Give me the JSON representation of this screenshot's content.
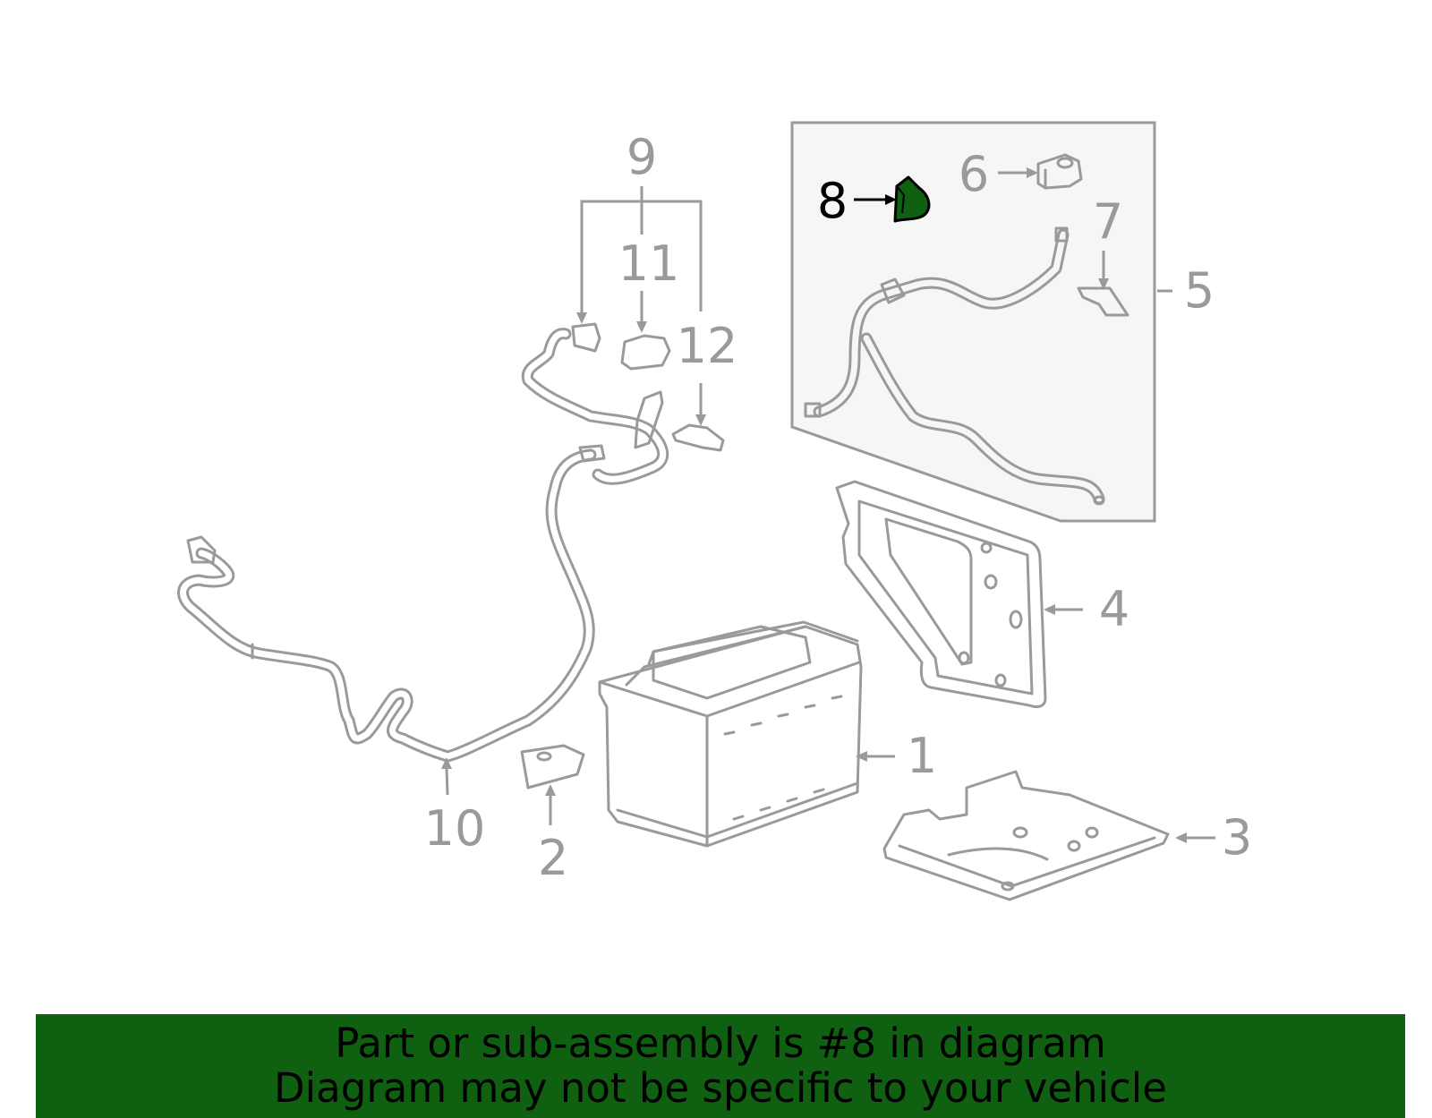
{
  "callouts": {
    "c1": "1",
    "c2": "2",
    "c3": "3",
    "c4": "4",
    "c5": "5",
    "c6": "6",
    "c7": "7",
    "c8": "8",
    "c9": "9",
    "c10": "10",
    "c11": "11",
    "c12": "12"
  },
  "highlight": {
    "part_number": "8",
    "color": "#0f6010"
  },
  "banner": {
    "line1": "Part or sub-assembly is #8 in diagram",
    "line2": "Diagram may not be specific to your vehicle",
    "color": "#0f6010"
  }
}
